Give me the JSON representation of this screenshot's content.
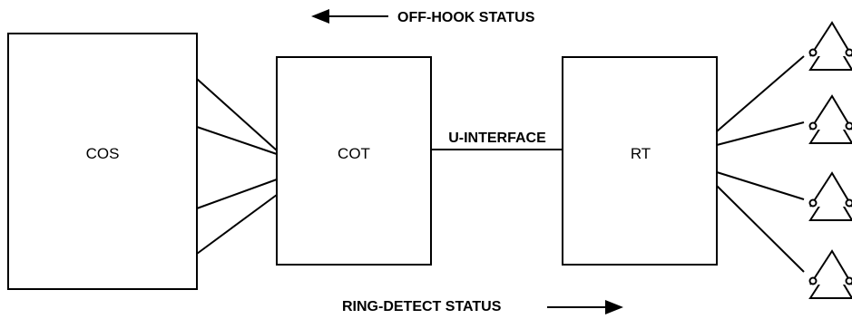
{
  "diagram": {
    "nodes": {
      "cos": "COS",
      "cot": "COT",
      "rt": "RT"
    },
    "link_label": "U-INTERFACE",
    "status_top": "OFF-HOOK STATUS",
    "status_bottom": "RING-DETECT STATUS",
    "phones": [
      {
        "icon": "telephone-icon"
      },
      {
        "icon": "telephone-icon"
      },
      {
        "icon": "telephone-icon"
      },
      {
        "icon": "telephone-icon"
      }
    ]
  }
}
